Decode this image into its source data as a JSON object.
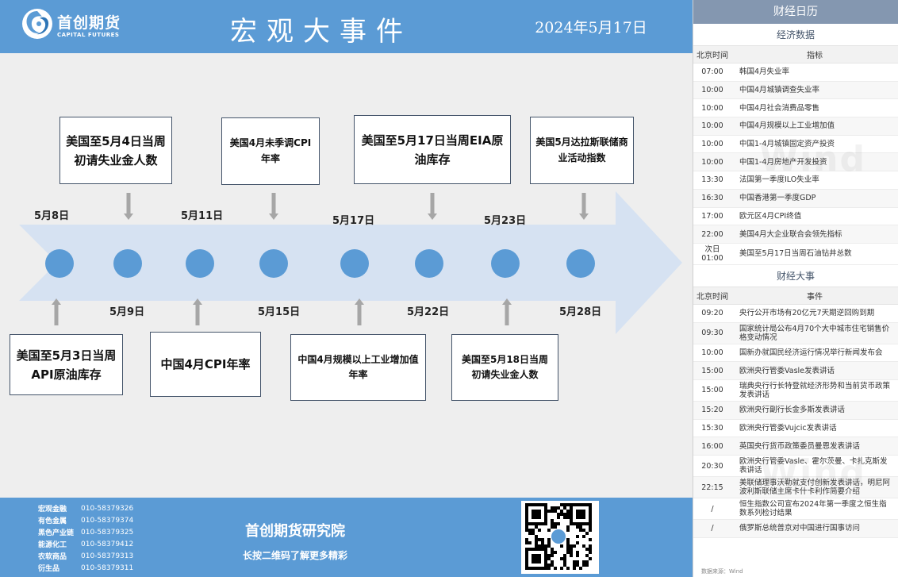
{
  "header": {
    "logo_cn": "首创期货",
    "logo_en": "CAPITAL FUTURES",
    "title": "宏观大事件",
    "date": "2024年5月17日"
  },
  "timeline": {
    "dates_top": [
      "5月8日",
      "5月11日",
      "5月17日",
      "5月23日"
    ],
    "dates_bottom": [
      "5月9日",
      "5月15日",
      "5月22日",
      "5月28日"
    ],
    "events_top": [
      "美国至5月4日当周初请失业金人数",
      "美国4月未季调CPI年率",
      "美国至5月17日当周EIA原油库存",
      "美国5月达拉斯联储商业活动指数"
    ],
    "events_bottom": [
      "美国至5月3日当周API原油库存",
      "中国4月CPI年率",
      "中国4月规模以上工业增加值年率",
      "美国至5月18日当周初请失业金人数"
    ],
    "colors": {
      "arrow": "#d6e2f2",
      "node": "#5b9bd5",
      "pointer": "#a6a6a6"
    }
  },
  "footer": {
    "contacts": [
      {
        "name": "宏观金融",
        "phone": "010-58379326"
      },
      {
        "name": "有色金属",
        "phone": "010-58379374"
      },
      {
        "name": "黑色产业链",
        "phone": "010-58379325"
      },
      {
        "name": "能源化工",
        "phone": "010-58379412"
      },
      {
        "name": "农软商品",
        "phone": "010-58379313"
      },
      {
        "name": "衍生品",
        "phone": "010-58379311"
      }
    ],
    "institute": "首创期货研究院",
    "slogan": "长按二维码了解更多精彩"
  },
  "calendar": {
    "title": "财经日历",
    "watermark": "Wind",
    "economic": {
      "title": "经济数据",
      "col_time": "北京时间",
      "col_item": "指标",
      "rows": [
        {
          "time": "07:00",
          "item": "韩国4月失业率"
        },
        {
          "time": "10:00",
          "item": "中国4月城镇调查失业率"
        },
        {
          "time": "10:00",
          "item": "中国4月社会消费品零售"
        },
        {
          "time": "10:00",
          "item": "中国4月规模以上工业增加值"
        },
        {
          "time": "10:00",
          "item": "中国1-4月城镇固定资产投资"
        },
        {
          "time": "10:00",
          "item": "中国1-4月房地产开发投资"
        },
        {
          "time": "13:30",
          "item": "法国第一季度ILO失业率"
        },
        {
          "time": "16:30",
          "item": "中国香港第一季度GDP"
        },
        {
          "time": "17:00",
          "item": "欧元区4月CPI终值"
        },
        {
          "time": "22:00",
          "item": "美国4月大企业联合会领先指标"
        },
        {
          "time": "次日\n01:00",
          "item": "美国至5月17日当周石油钻井总数"
        }
      ]
    },
    "events": {
      "title": "财经大事",
      "col_time": "北京时间",
      "col_item": "事件",
      "rows": [
        {
          "time": "09:20",
          "item": "央行公开市场有20亿元7天期逆回购到期"
        },
        {
          "time": "09:30",
          "item": "国家统计局公布4月70个大中城市住宅销售价格变动情况"
        },
        {
          "time": "10:00",
          "item": "国新办就国民经济运行情况举行新闻发布会"
        },
        {
          "time": "15:00",
          "item": "欧洲央行管委Vasle发表讲话"
        },
        {
          "time": "15:00",
          "item": "瑞典央行行长特登就经济形势和当前货币政策发表讲话"
        },
        {
          "time": "15:20",
          "item": "欧洲央行副行长金多斯发表讲话"
        },
        {
          "time": "15:30",
          "item": "欧洲央行管委Vujcic发表讲话"
        },
        {
          "time": "16:00",
          "item": "英国央行货币政策委员曼恩发表讲话"
        },
        {
          "time": "20:30",
          "item": "欧洲央行管委Vasle、霍尔茨曼、卡扎克斯发表讲话"
        },
        {
          "time": "22:15",
          "item": "美联储理事沃勒就支付创新发表讲话，明尼阿波利斯联储主席卡什卡利作简要介绍"
        },
        {
          "time": "/",
          "item": "恒生指数公司宣布2024年第一季度之恒生指数系列检讨结果"
        },
        {
          "time": "/",
          "item": "俄罗斯总统普京对中国进行国事访问"
        }
      ]
    },
    "source": "数据来源：Wind"
  }
}
